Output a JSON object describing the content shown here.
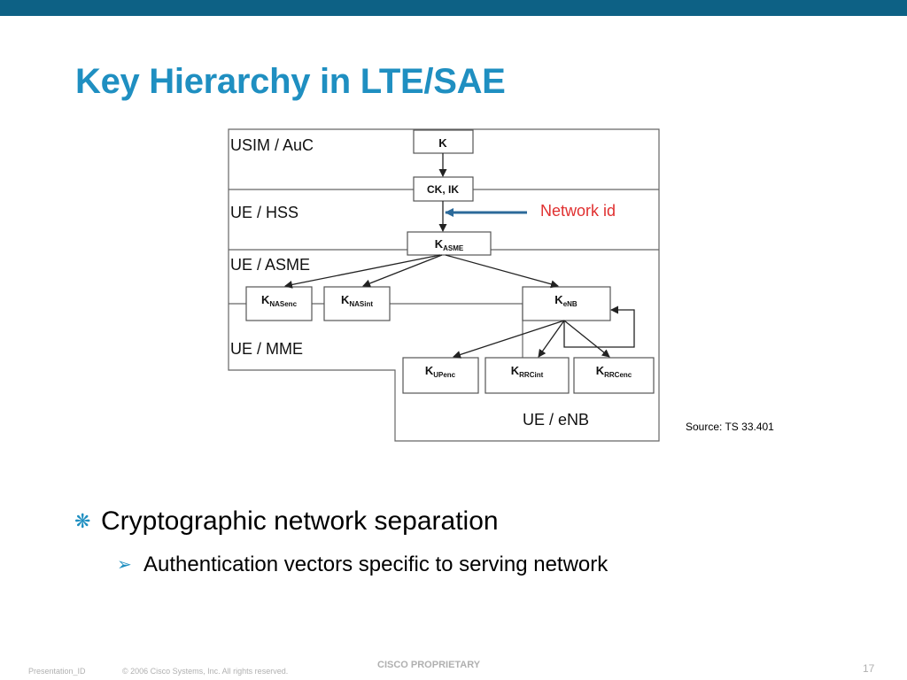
{
  "slide": {
    "title": "Key Hierarchy in LTE/SAE",
    "source_note": "Source: TS 33.401",
    "bullets": [
      {
        "glyph": "❋",
        "text": "Cryptographic network separation"
      },
      {
        "glyph": "➢",
        "text": "Authentication vectors specific to serving network"
      }
    ],
    "footer": {
      "presentation_id": "Presentation_ID",
      "copyright": "© 2006 Cisco Systems, Inc. All rights reserved.",
      "proprietary": "CISCO PROPRIETARY",
      "page_number": "17"
    },
    "colors": {
      "top_bar": "#0d6185",
      "title": "#1f8fc1",
      "network_id_label": "#e03030",
      "network_id_arrow": "#2c6a9a"
    }
  },
  "diagram": {
    "layers": {
      "usim_auc": "USIM / AuC",
      "ue_hss": "UE / HSS",
      "ue_asme": "UE / ASME",
      "ue_mme": "UE / MME",
      "ue_enb": "UE / eNB"
    },
    "keys": {
      "k": {
        "main": "K",
        "sub": ""
      },
      "ck_ik": {
        "main": "CK, IK",
        "sub": ""
      },
      "kasme": {
        "main": "K",
        "sub": "ASME"
      },
      "knasenc": {
        "main": "K",
        "sub": "NASenc"
      },
      "knasint": {
        "main": "K",
        "sub": "NASint"
      },
      "kenb": {
        "main": "K",
        "sub": "eNB"
      },
      "kupenc": {
        "main": "K",
        "sub": "UPenc"
      },
      "krrcint": {
        "main": "K",
        "sub": "RRCint"
      },
      "krrcenc": {
        "main": "K",
        "sub": "RRCenc"
      }
    },
    "network_id": "Network id"
  }
}
